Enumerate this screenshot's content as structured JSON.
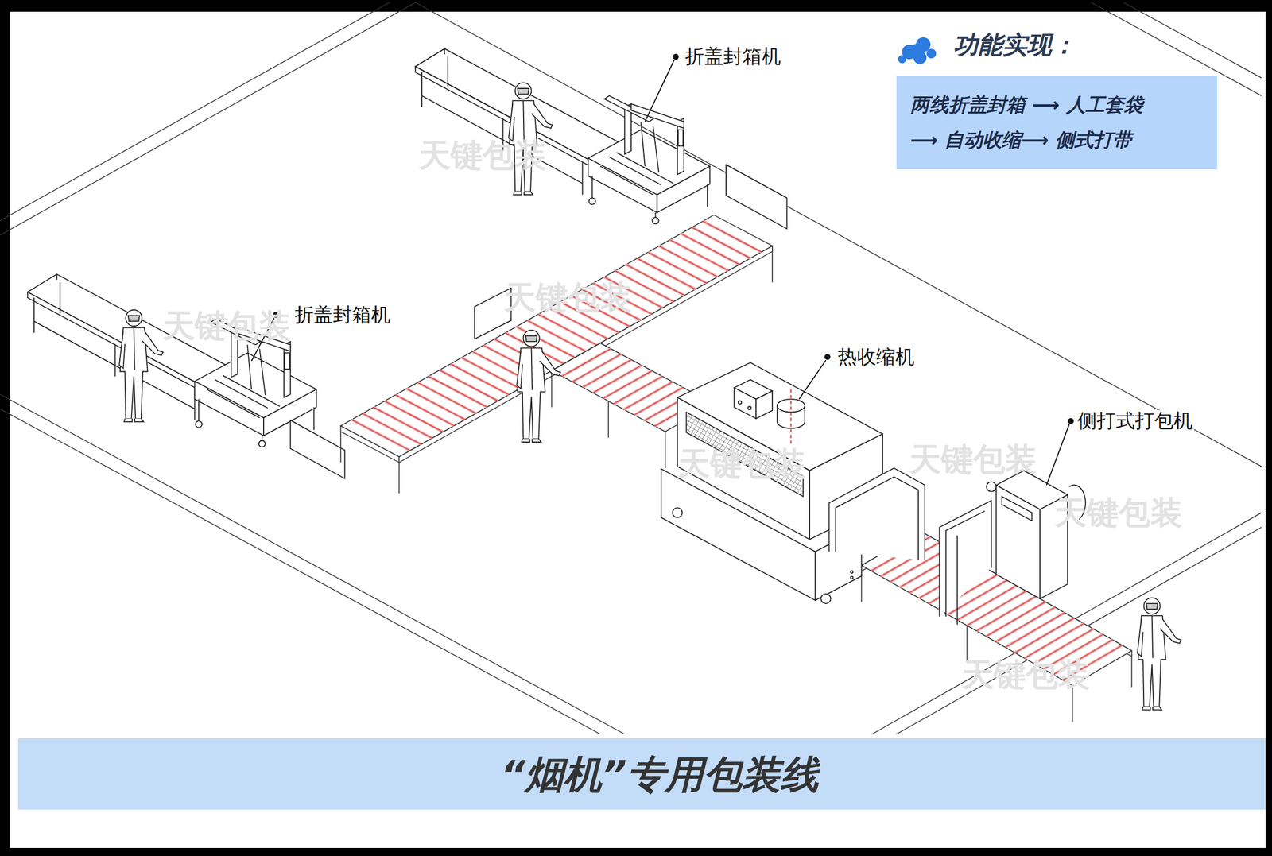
{
  "diagram": {
    "title": "“烟机”专用包装线",
    "nodes": [
      {
        "text": [
          "功能实现：",
          "两线折盖封箱 ⟶ 人工套袋 ⟶ 自动收缩⟶ 侧式打带"
        ]
      }
    ],
    "labels": [
      "折盖封箱机",
      "折盖封箱机",
      "热收缩机",
      "侧打式打包机",
      "天键包装",
      "天键包装",
      "天键包装",
      "天键包装",
      "天键包装",
      "天键包装",
      "天键包装"
    ]
  }
}
